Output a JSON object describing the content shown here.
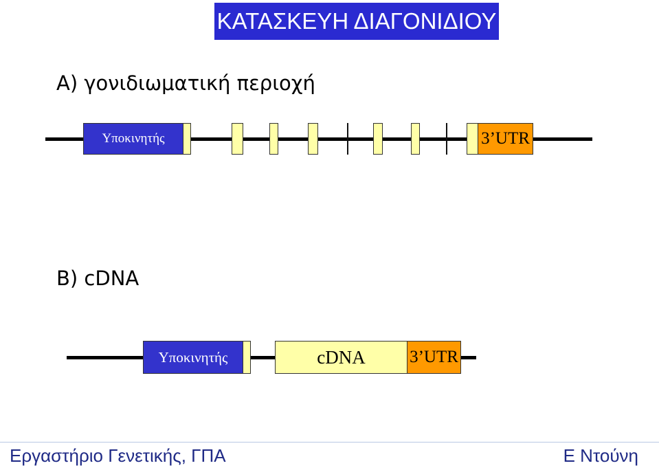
{
  "title": "ΚΑΤΑΣΚΕΥΗ ΔΙΑΓΟΝΙΔΙΟΥ",
  "section_a": {
    "label": "A) γονιδιωματική περιοχή",
    "promoter_label": "Υποκινητής",
    "utr_label": "3’UTR"
  },
  "section_b": {
    "label": "B) cDNA",
    "promoter_label": "Υποκινητής",
    "cdna_label": "cDNA",
    "utr_label": "3’UTR"
  },
  "footer": {
    "left": "Εργαστήριο Γενετικής, ΓΠΑ",
    "right": "Ε Ντούνη"
  },
  "colors": {
    "title_bg": "#2a2ad1",
    "promoter": "#3333cc",
    "exon": "#ffffa8",
    "utr": "#ff9900",
    "footer_text": "#1f2a86"
  }
}
